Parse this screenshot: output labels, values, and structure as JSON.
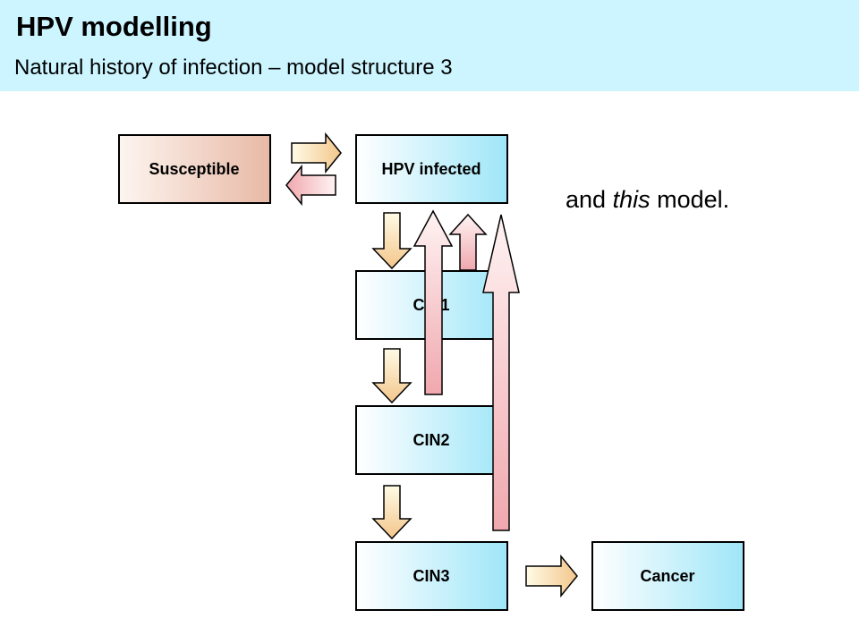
{
  "header": {
    "title": "HPV modelling",
    "subtitle": "Natural history of infection – model structure 3"
  },
  "nodes": {
    "susceptible": "Susceptible",
    "hpv_infected": "HPV infected",
    "cin1": "CIN1",
    "cin2": "CIN2",
    "cin3": "CIN3",
    "cancer": "Cancer"
  },
  "note": {
    "before": "and ",
    "emphasis": "this",
    "after": " model."
  },
  "colors": {
    "header_bg": "#ccf5ff",
    "box_blue_light": "#ffffff",
    "box_blue_dark": "#9fe6f8",
    "box_peach_light": "#fdf5f0",
    "box_peach_dark": "#e8b9a6",
    "progression_arrow_light": "#fffbe6",
    "progression_arrow_dark": "#f3c68b",
    "regression_arrow_light": "#fff3f3",
    "regression_arrow_dark": "#f0a8ae"
  }
}
